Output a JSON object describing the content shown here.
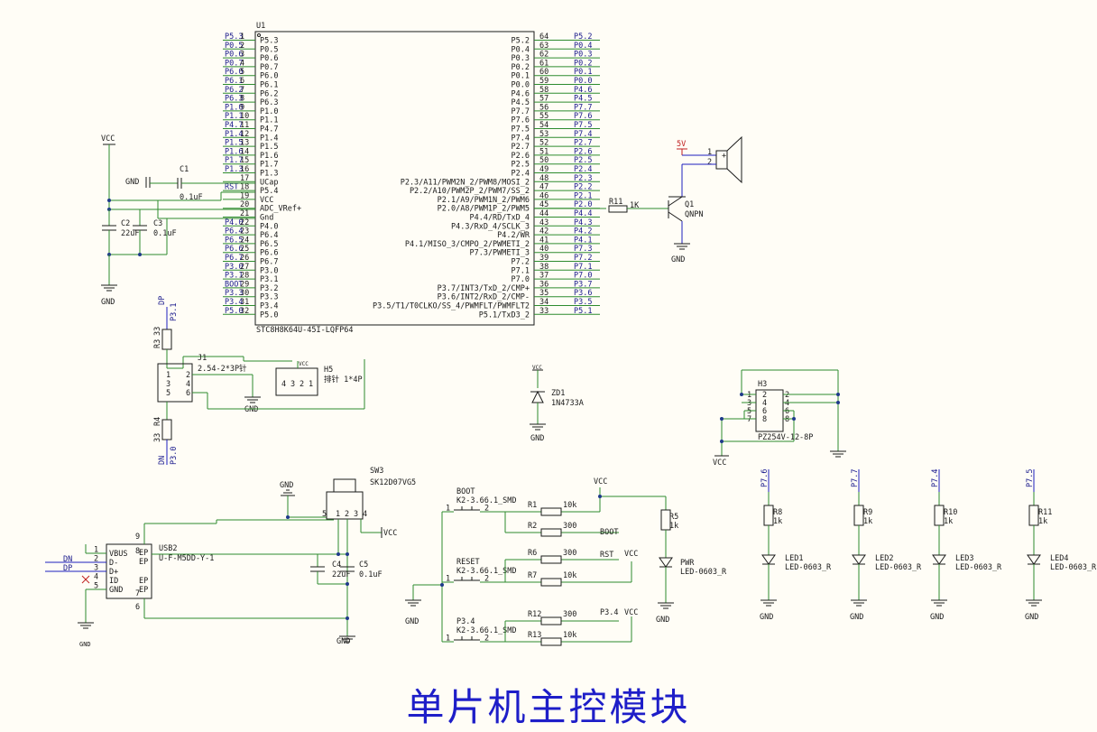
{
  "title": "单片机主控模块",
  "colors": {
    "wire": "#2e8b2e",
    "net_label": "#1a1a8c",
    "title": "#1e1ec8",
    "power_5v": "#c02020"
  },
  "mcu": {
    "ref": "U1",
    "part": "STC8H8K64U-45I-LQFP64",
    "left_pins": [
      {
        "num": "1",
        "name": "P5.3",
        "net": "P5.3"
      },
      {
        "num": "2",
        "name": "P0.5",
        "net": "P0.5"
      },
      {
        "num": "3",
        "name": "P0.6",
        "net": "P0.6"
      },
      {
        "num": "4",
        "name": "P0.7",
        "net": "P0.7"
      },
      {
        "num": "5",
        "name": "P6.0",
        "net": "P6.0"
      },
      {
        "num": "6",
        "name": "P6.1",
        "net": "P6.1"
      },
      {
        "num": "7",
        "name": "P6.2",
        "net": "P6.2"
      },
      {
        "num": "8",
        "name": "P6.3",
        "net": "P6.3"
      },
      {
        "num": "9",
        "name": "P1.0",
        "net": "P1.0"
      },
      {
        "num": "10",
        "name": "P1.1",
        "net": "P1.1"
      },
      {
        "num": "11",
        "name": "P4.7",
        "net": "P4.7"
      },
      {
        "num": "12",
        "name": "P1.4",
        "net": "P1.4"
      },
      {
        "num": "13",
        "name": "P1.5",
        "net": "P1.5"
      },
      {
        "num": "14",
        "name": "P1.6",
        "net": "P1.6"
      },
      {
        "num": "15",
        "name": "P1.7",
        "net": "P1.7"
      },
      {
        "num": "16",
        "name": "P1.3",
        "net": "P1.3"
      },
      {
        "num": "17",
        "name": "UCap",
        "net": ""
      },
      {
        "num": "18",
        "name": "P5.4",
        "net": "RST"
      },
      {
        "num": "19",
        "name": "VCC",
        "net": ""
      },
      {
        "num": "20",
        "name": "ADC_VRef+",
        "net": ""
      },
      {
        "num": "21",
        "name": "Gnd",
        "net": ""
      },
      {
        "num": "22",
        "name": "P4.0",
        "net": "P4.0"
      },
      {
        "num": "23",
        "name": "P6.4",
        "net": "P6.4"
      },
      {
        "num": "24",
        "name": "P6.5",
        "net": "P6.5"
      },
      {
        "num": "25",
        "name": "P6.6",
        "net": "P6.6"
      },
      {
        "num": "26",
        "name": "P6.7",
        "net": "P6.7"
      },
      {
        "num": "27",
        "name": "P3.0",
        "net": "P3.0"
      },
      {
        "num": "28",
        "name": "P3.1",
        "net": "P3.1"
      },
      {
        "num": "29",
        "name": "P3.2",
        "net": "BOOT"
      },
      {
        "num": "30",
        "name": "P3.3",
        "net": "P3.3"
      },
      {
        "num": "31",
        "name": "P3.4",
        "net": "P3.4"
      },
      {
        "num": "32",
        "name": "P5.0",
        "net": "P5.0"
      }
    ],
    "right_pins": [
      {
        "num": "64",
        "name": "P5.2",
        "net": "P5.2"
      },
      {
        "num": "63",
        "name": "P0.4",
        "net": "P0.4"
      },
      {
        "num": "62",
        "name": "P0.3",
        "net": "P0.3"
      },
      {
        "num": "61",
        "name": "P0.2",
        "net": "P0.2"
      },
      {
        "num": "60",
        "name": "P0.1",
        "net": "P0.1"
      },
      {
        "num": "59",
        "name": "P0.0",
        "net": "P0.0"
      },
      {
        "num": "58",
        "name": "P4.6",
        "net": "P4.6"
      },
      {
        "num": "57",
        "name": "P4.5",
        "net": "P4.5"
      },
      {
        "num": "56",
        "name": "P7.7",
        "net": "P7.7"
      },
      {
        "num": "55",
        "name": "P7.6",
        "net": "P7.6"
      },
      {
        "num": "54",
        "name": "P7.5",
        "net": "P7.5"
      },
      {
        "num": "53",
        "name": "P7.4",
        "net": "P7.4"
      },
      {
        "num": "52",
        "name": "P2.7",
        "net": "P2.7"
      },
      {
        "num": "51",
        "name": "P2.6",
        "net": "P2.6"
      },
      {
        "num": "50",
        "name": "P2.5",
        "net": "P2.5"
      },
      {
        "num": "49",
        "name": "P2.4",
        "net": "P2.4"
      },
      {
        "num": "48",
        "name": "P2.3/A11/PWM2N_2/PWM8/MOSI_2",
        "net": "P2.3"
      },
      {
        "num": "47",
        "name": "P2.2/A10/PWM2P_2/PWM7/SS_2",
        "net": "P2.2"
      },
      {
        "num": "46",
        "name": "P2.1/A9/PWM1N_2/PWM6",
        "net": "P2.1"
      },
      {
        "num": "45",
        "name": "P2.0/A8/PWM1P_2/PWM5",
        "net": "P2.0"
      },
      {
        "num": "44",
        "name": "P4.4/RD/TxD_4",
        "net": "P4.4"
      },
      {
        "num": "43",
        "name": "P4.3/RxD_4/SCLK_3",
        "net": "P4.3"
      },
      {
        "num": "42",
        "name": "P4.2/WR",
        "net": "P4.2"
      },
      {
        "num": "41",
        "name": "P4.1/MISO_3/CMPO_2/PWMETI_2",
        "net": "P4.1"
      },
      {
        "num": "40",
        "name": "P7.3/PWMETI_3",
        "net": "P7.3"
      },
      {
        "num": "39",
        "name": "P7.2",
        "net": "P7.2"
      },
      {
        "num": "38",
        "name": "P7.1",
        "net": "P7.1"
      },
      {
        "num": "37",
        "name": "P7.0",
        "net": "P7.0"
      },
      {
        "num": "36",
        "name": "P3.7/INT3/TxD_2/CMP+",
        "net": "P3.7"
      },
      {
        "num": "35",
        "name": "P3.6/INT2/RxD_2/CMP-",
        "net": "P3.6"
      },
      {
        "num": "34",
        "name": "P3.5/T1/T0CLKO/SS_4/PWMFLT/PWMFLT2",
        "net": "P3.5"
      },
      {
        "num": "33",
        "name": "P5.1/TxD3_2",
        "net": "P5.1"
      }
    ]
  },
  "power": {
    "vcc": "VCC",
    "gnd": "GND",
    "gnd_small": "GND",
    "v5": "5V",
    "c1": "C1",
    "c1_val": "0.1uF",
    "c2": "C2",
    "c2_val": "22uF",
    "c3": "C3",
    "c3_val": "0.1uF",
    "gnd_c1": "GND"
  },
  "speaker": {
    "pin1": "1",
    "pin2": "2",
    "r11": "R11",
    "r11_val": "1K",
    "q1": "Q1",
    "q1_type": "QNPN",
    "gnd": "GND"
  },
  "prog": {
    "dp": "DP",
    "dn": "DN",
    "r3": "R3",
    "r3_val": "33",
    "r4": "R4",
    "r4_val": "33",
    "net_p31": "P3.1",
    "net_p30": "P3.0",
    "j1": "J1",
    "j1_part": "2.54-2*3P针",
    "j1_pins": [
      "2",
      "4",
      "6",
      "1",
      "3",
      "5"
    ],
    "h5": "H5",
    "h5_part": "排针 1*4P",
    "h5_pins": [
      "4",
      "3",
      "2",
      "1"
    ],
    "vcc": "VCC",
    "gnd": "GND"
  },
  "zener": {
    "vcc": "VCC",
    "ref": "ZD1",
    "part": "1N4733A",
    "gnd": "GND"
  },
  "header": {
    "ref": "H3",
    "part": "PZ254V-12-8P",
    "pins_l": [
      "1",
      "3",
      "5",
      "7"
    ],
    "pins_r": [
      "2",
      "4",
      "6",
      "8"
    ],
    "vcc": "VCC"
  },
  "usb": {
    "ref": "USB2",
    "part": "U-F-M5DD-Y-1",
    "pins": [
      {
        "num": "1",
        "name": "VBUS"
      },
      {
        "num": "2",
        "name": "D-"
      },
      {
        "num": "3",
        "name": "D+"
      },
      {
        "num": "4",
        "name": "ID"
      },
      {
        "num": "5",
        "name": "GND"
      }
    ],
    "shield": [
      "9",
      "8",
      "7",
      "6"
    ],
    "ep": [
      "EP",
      "EP",
      "EP",
      "EP"
    ],
    "dn": "DN",
    "dp": "DP",
    "gnd": "GND"
  },
  "sw3": {
    "ref": "SW3",
    "part": "SK12D07VG5",
    "pins": [
      "5",
      "1",
      "2",
      "3",
      "4"
    ],
    "vcc": "VCC",
    "gnd": "GND",
    "c4": "C4",
    "c4_val": "22uF",
    "c5": "C5",
    "c5_val": "0.1uF",
    "gnd2": "GND"
  },
  "buttons": [
    {
      "label": "BOOT",
      "part": "K2-3.66.1_SMD"
    },
    {
      "label": "RESET",
      "part": "K2-3.66.1_SMD"
    },
    {
      "label": "P3.4",
      "part": "K2-3.66.1_SMD"
    }
  ],
  "btn_pins": [
    "1",
    "2"
  ],
  "resistors": [
    {
      "ref": "R1",
      "val": "10k"
    },
    {
      "ref": "R2",
      "val": "300"
    },
    {
      "ref": "R6",
      "val": "300"
    },
    {
      "ref": "R7",
      "val": "10k"
    },
    {
      "ref": "R12",
      "val": "300"
    },
    {
      "ref": "R13",
      "val": "10k"
    }
  ],
  "btn_nets": {
    "vcc": "VCC",
    "boot": "BOOT",
    "rst": "RST",
    "p34": "P3.4",
    "vcc2": "VCC",
    "vcc3": "VCC",
    "gnd": "GND"
  },
  "pwr_led": {
    "r": "R5",
    "r_val": "1k",
    "led": "PWR",
    "led_part": "LED-0603_R",
    "gnd": "GND"
  },
  "leds": [
    {
      "net": "P7.6",
      "r": "R8",
      "r_val": "1k",
      "led": "LED1",
      "part": "LED-0603_R",
      "gnd": "GND"
    },
    {
      "net": "P7.7",
      "r": "R9",
      "r_val": "1k",
      "led": "LED2",
      "part": "LED-0603_R",
      "gnd": "GND"
    },
    {
      "net": "P7.4",
      "r": "R10",
      "r_val": "1k",
      "led": "LED3",
      "part": "LED-0603_R",
      "gnd": "GND"
    },
    {
      "net": "P7.5",
      "r": "R11",
      "r_val": "1k",
      "led": "LED4",
      "part": "LED-0603_R",
      "gnd": "GND"
    }
  ]
}
